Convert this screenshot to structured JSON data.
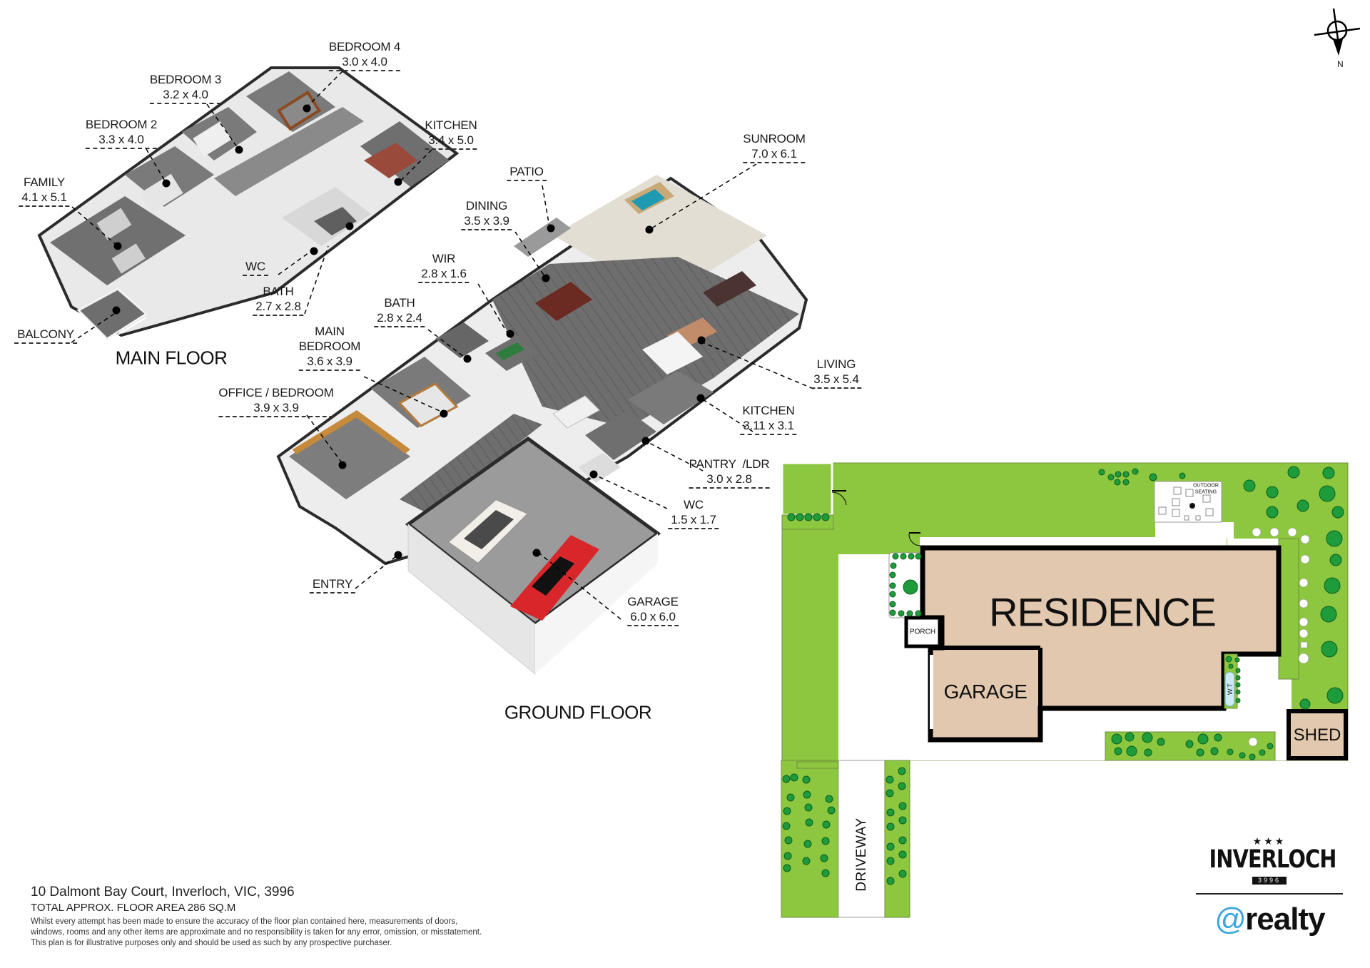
{
  "compass": {
    "label": "N",
    "icon": "north-arrow-icon"
  },
  "main_floor": {
    "title": "MAIN FLOOR",
    "rooms": [
      {
        "name": "BEDROOM 4",
        "dims": "3.0 x 4.0"
      },
      {
        "name": "BEDROOM 3",
        "dims": "3.2 x 4.0"
      },
      {
        "name": "BEDROOM 2",
        "dims": "3.3 x 4.0"
      },
      {
        "name": "KITCHEN",
        "dims": "3.4 x 5.0"
      },
      {
        "name": "FAMILY",
        "dims": "4.1 x 5.1"
      },
      {
        "name": "WC",
        "dims": ""
      },
      {
        "name": "BATH",
        "dims": "2.7 x 2.8"
      },
      {
        "name": "BALCONY",
        "dims": ""
      }
    ]
  },
  "ground_floor": {
    "title": "GROUND FLOOR",
    "rooms": [
      {
        "name": "SUNROOM",
        "dims": "7.0 x 6.1"
      },
      {
        "name": "PATIO",
        "dims": ""
      },
      {
        "name": "DINING",
        "dims": "3.5 x 3.9"
      },
      {
        "name": "WIR",
        "dims": "2.8 x 1.6"
      },
      {
        "name": "BATH",
        "dims": "2.8 x 2.4"
      },
      {
        "name": "MAIN",
        "name2": "BEDROOM",
        "dims": "3.6 x 3.9"
      },
      {
        "name": "OFFICE / BEDROOM",
        "dims": "3.9 x 3.9"
      },
      {
        "name": "LIVING",
        "dims": "3.5 x 5.4"
      },
      {
        "name": "KITCHEN",
        "dims": "3.11 x 3.1"
      },
      {
        "name": "PANTRY  /LDR",
        "dims": "3.0 x 2.8"
      },
      {
        "name": "WC",
        "dims": "1.5 x 1.7"
      },
      {
        "name": "ENTRY",
        "dims": ""
      },
      {
        "name": "GARAGE",
        "dims": "6.0 x 6.0"
      }
    ]
  },
  "site_plan": {
    "residence": "RESIDENCE",
    "garage": "GARAGE",
    "porch": "PORCH",
    "shed": "SHED",
    "water_tank": "W.T",
    "outdoor_seating_line1": "OUTDOOR",
    "outdoor_seating_line2": "SEATING",
    "driveway": "DRIVEWAY",
    "colors": {
      "lawn": "#8dc63f",
      "building": "#e2c8ae",
      "tree": "#1e9b3a",
      "outline": "#000000",
      "water_tank": "#cfe9f7"
    }
  },
  "footer": {
    "address": "10 Dalmont Bay Court, Inverloch, VIC, 3996",
    "total_area": "TOTAL APPROX. FLOOR AREA 286 SQ.M",
    "disclaimer_1": "Whilst every attempt has been made to ensure the accuracy of the floor plan contained here, measurements of doors,",
    "disclaimer_2": "windows, rooms and any other items are approximate and no responsibility is taken for any error, omission, or misstatement.",
    "disclaimer_3": "This plan is for illustrative purposes only and should be used as such by any prospective purchaser."
  },
  "branding": {
    "stars": "★★★",
    "brand": "INVERLOCH",
    "postcode": "3996",
    "at": "@",
    "realty": "realty",
    "accent_color": "#3aa6dc"
  }
}
